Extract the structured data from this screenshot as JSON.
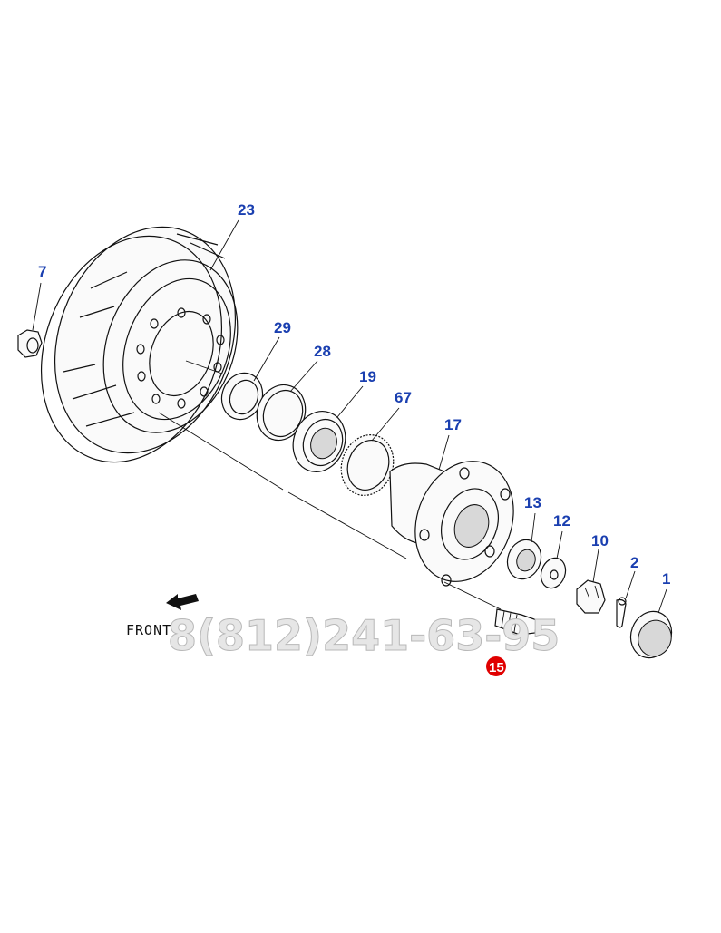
{
  "diagram": {
    "front_label": "FRONT",
    "watermark_phone": "8(812)241-63-95",
    "highlighted_part": "15",
    "parts": [
      {
        "id": "p23",
        "number": "23"
      },
      {
        "id": "p7",
        "number": "7"
      },
      {
        "id": "p29",
        "number": "29"
      },
      {
        "id": "p28",
        "number": "28"
      },
      {
        "id": "p19",
        "number": "19"
      },
      {
        "id": "p67",
        "number": "67"
      },
      {
        "id": "p17",
        "number": "17"
      },
      {
        "id": "p13",
        "number": "13"
      },
      {
        "id": "p12",
        "number": "12"
      },
      {
        "id": "p10",
        "number": "10"
      },
      {
        "id": "p2",
        "number": "2"
      },
      {
        "id": "p1",
        "number": "1"
      }
    ]
  },
  "colors": {
    "callout": "#1a3fb0",
    "highlight": "#e00000",
    "line": "#111111"
  }
}
